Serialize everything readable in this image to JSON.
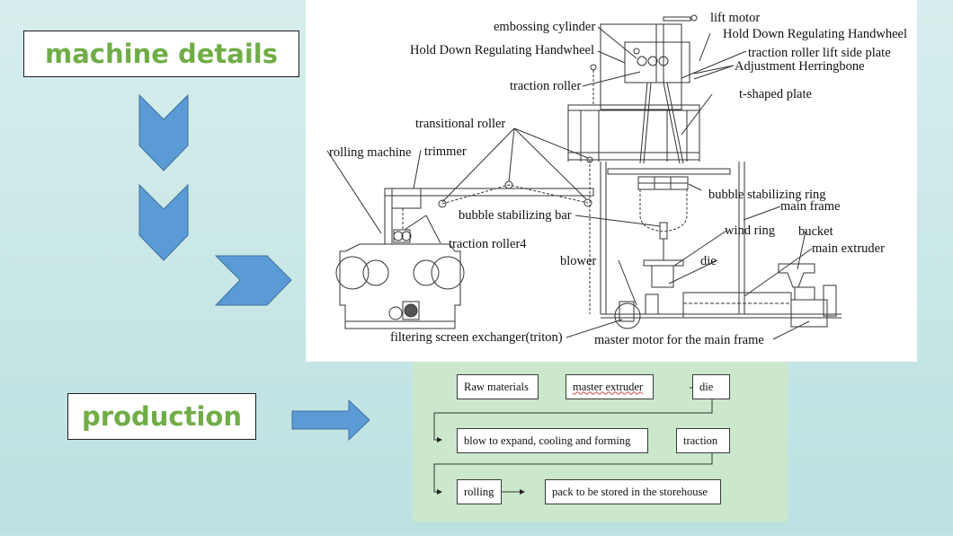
{
  "headings": {
    "machine_details": "machine details",
    "production": "production"
  },
  "colors": {
    "heading_text": "#70ad47",
    "arrow_fill": "#5b9bd5",
    "background": "#c9e7e6",
    "flow_panel": "#cbe8cc"
  },
  "icons": {
    "chevron_down_1": "chevron-down-icon",
    "chevron_down_2": "chevron-down-icon",
    "chevron_right": "chevron-right-icon",
    "arrow_right": "arrow-right-icon"
  },
  "machine_diagram": {
    "labels": {
      "embossing_cylinder": "embossing cylinder",
      "lift_motor": "lift motor",
      "hold_down_left": "Hold Down Regulating Handwheel",
      "hold_down_right": "Hold Down Regulating Handwheel",
      "traction_roller_lift_side_plate": "traction roller lift side plate",
      "adjustment_herringbone": "Adjustment Herringbone",
      "traction_roller": "traction roller",
      "t_shaped_plate": "t-shaped plate",
      "transitional_roller": "transitional roller",
      "rolling_machine": "rolling machine",
      "trimmer": "trimmer",
      "bubble_stabilizing_ring": "bubble stabilizing ring",
      "main_frame": "main frame",
      "bubble_stabilizing_bar": "bubble stabilizing bar",
      "wind_ring": "wind ring",
      "bucket": "bucket",
      "traction_roller4": "traction roller4",
      "main_extruder": "main extruder",
      "blower": "blower",
      "die": "die",
      "filtering_screen_exchanger": "filtering screen exchanger(triton)",
      "master_motor": "master motor for the main frame"
    }
  },
  "production_flow": {
    "steps": [
      "Raw materials",
      "master extruder",
      "die",
      "blow to expand, cooling and forming",
      "traction",
      "rolling",
      "pack to be stored in the storehouse"
    ]
  }
}
